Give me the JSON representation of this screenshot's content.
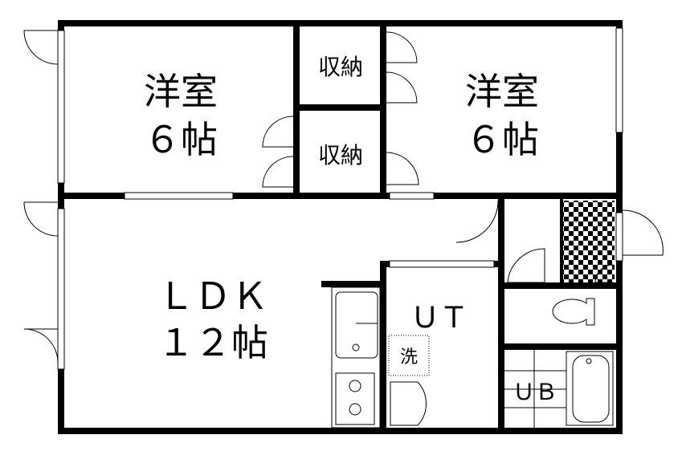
{
  "floor_plan": {
    "rooms": {
      "bedroom_left": {
        "name": "洋室",
        "size": "６帖"
      },
      "storage_top": {
        "name": "収納"
      },
      "storage_bottom": {
        "name": "収納"
      },
      "bedroom_right": {
        "name": "洋室",
        "size": "６帖"
      },
      "ldk": {
        "name": "ＬＤＫ",
        "size": "１２帖"
      },
      "utility": {
        "name": "ＵＴ"
      },
      "washer": {
        "name": "洗"
      },
      "unit_bath": {
        "name": "ＵＢ"
      }
    }
  }
}
